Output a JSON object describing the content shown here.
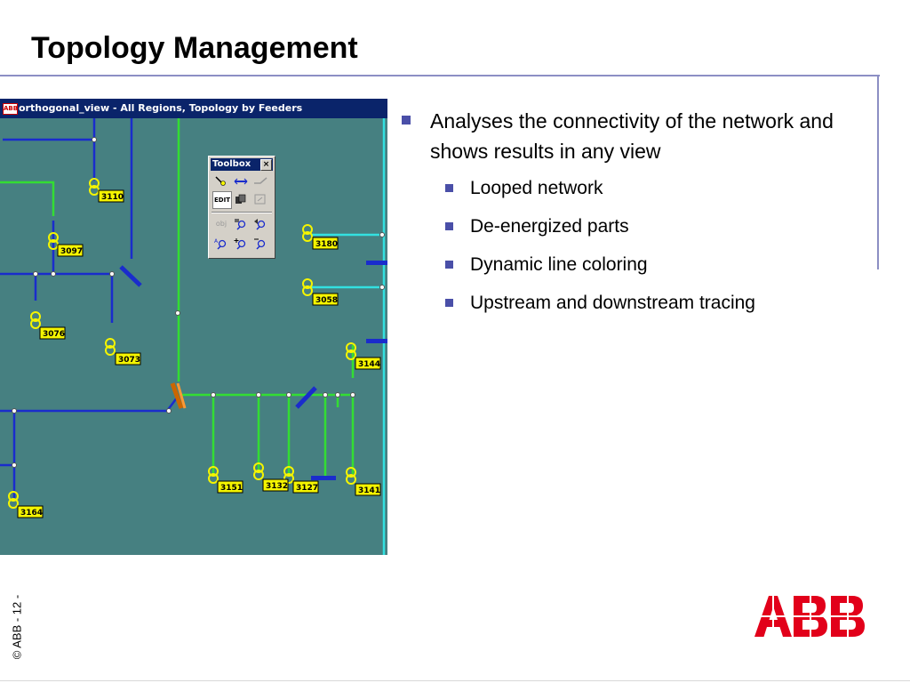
{
  "slide": {
    "title": "Topology Management",
    "footer": "© ABB - 12 -",
    "logo": "ABB",
    "accent_color": "#4a4fa8",
    "logo_color": "#e2001a"
  },
  "window": {
    "title": "orthogonal_view - All Regions, Topology by Feeders",
    "icon_label": "ABB",
    "background": "#468081",
    "titlebar_color": "#0a246a"
  },
  "map": {
    "labels": [
      "3110",
      "3097",
      "3180",
      "3058",
      "3076",
      "3073",
      "3144",
      "3151",
      "3132",
      "3127",
      "3141",
      "3164"
    ],
    "line_colors": {
      "blue": "#1a2ccc",
      "green": "#33dd33",
      "cyan": "#33e0e0"
    }
  },
  "toolbox": {
    "title": "Toolbox",
    "close": "×",
    "edit_label": "EDIT",
    "obj_label": "obj"
  },
  "bullets": {
    "main": "Analyses the connectivity of the network and shows results in any view",
    "sub": [
      "Looped network",
      "De-energized parts",
      "Dynamic line coloring",
      "Upstream and downstream tracing"
    ]
  }
}
